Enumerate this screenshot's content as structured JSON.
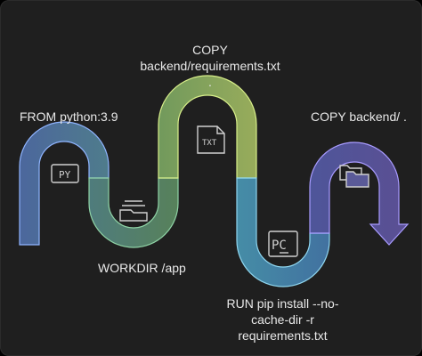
{
  "steps": [
    {
      "text": "FROM python:3.9",
      "icon": "python-file-icon",
      "icon_text": "PY",
      "color": "#5b7fc7"
    },
    {
      "text": "WORKDIR /app",
      "icon": "folder-tray-icon",
      "color": "#5e9e78"
    },
    {
      "text_lines": [
        "COPY",
        "backend/requirements.txt",
        "."
      ],
      "icon": "txt-file-icon",
      "icon_text": "TXT",
      "color": "#b6cf6a"
    },
    {
      "text_lines": [
        "RUN pip install --no-",
        "cache-dir -r",
        "requirements.txt"
      ],
      "icon": "terminal-icon",
      "icon_text": "PC",
      "color": "#4fa8c8"
    },
    {
      "text": "COPY backend/ .",
      "icon": "folders-icon",
      "color": "#6a5bb0"
    }
  ]
}
